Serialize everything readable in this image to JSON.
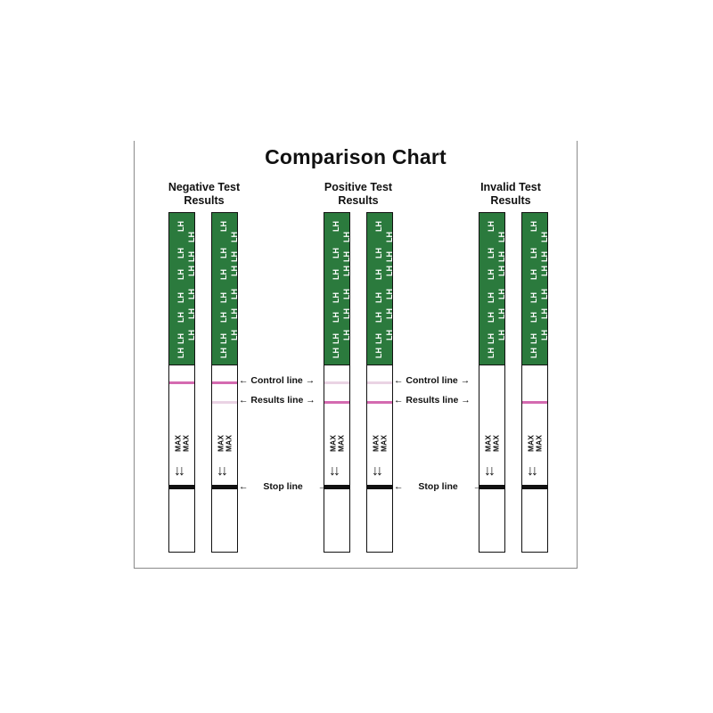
{
  "title": "Comparison Chart",
  "groups": [
    {
      "line1": "Negative Test",
      "line2": "Results"
    },
    {
      "line1": "Positive Test",
      "line2": "Results"
    },
    {
      "line1": "Invalid Test",
      "line2": "Results"
    }
  ],
  "strip_text": {
    "lh": "LH",
    "max": "MAX"
  },
  "callouts": {
    "control": "Control line",
    "results": "Results line",
    "stop": "Stop line"
  },
  "colors": {
    "handle": "#2b7a3d",
    "line_strong": "#d46ab0",
    "line_faint": "#ead3e4",
    "stop": "#111111"
  },
  "strips": [
    {
      "control": "strong",
      "result": "none"
    },
    {
      "control": "strong",
      "result": "faint"
    },
    {
      "control": "faint",
      "result": "strong"
    },
    {
      "control": "faint",
      "result": "strong"
    },
    {
      "control": "none",
      "result": "none"
    },
    {
      "control": "none",
      "result": "strong"
    }
  ]
}
